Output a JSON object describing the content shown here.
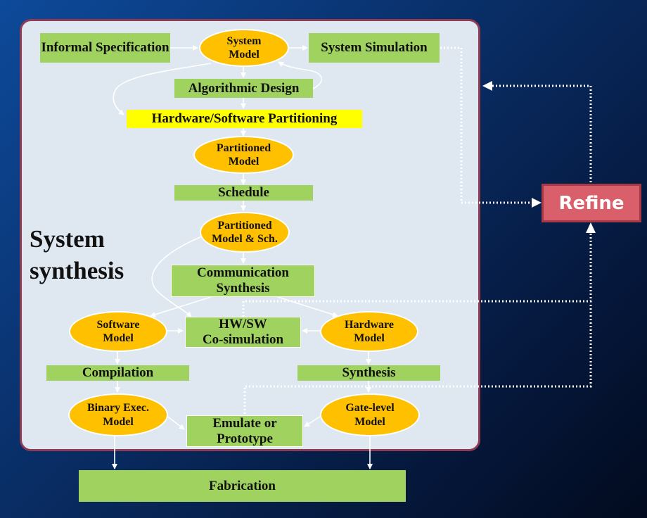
{
  "diagram": {
    "side_label": "System\nsynthesis",
    "refine": "Refine",
    "nodes": {
      "informal_spec": "Informal Specification",
      "system_model": "System\nModel",
      "system_simulation": "System Simulation",
      "algorithmic_design": "Algorithmic Design",
      "hw_sw_partitioning": "Hardware/Software Partitioning",
      "partitioned_model": "Partitioned\nModel",
      "schedule": "Schedule",
      "partitioned_model_sch": "Partitioned\nModel & Sch.",
      "communication_synthesis": "Communication\nSynthesis",
      "software_model": "Software\nModel",
      "hw_sw_cosim": "HW/SW\nCo-simulation",
      "hardware_model": "Hardware\nModel",
      "compilation": "Compilation",
      "synthesis": "Synthesis",
      "binary_exec_model": "Binary Exec.\nModel",
      "emulate_prototype": "Emulate or\nPrototype",
      "gate_level_model": "Gate-level\nModel",
      "fabrication": "Fabrication"
    },
    "colors": {
      "process_box": "#9fd25f",
      "model_oval": "#ffc000",
      "highlight_box": "#ffff00",
      "refine_box": "#d9606b",
      "panel": "#dfe7f1",
      "panel_border": "#8e3b54"
    }
  }
}
